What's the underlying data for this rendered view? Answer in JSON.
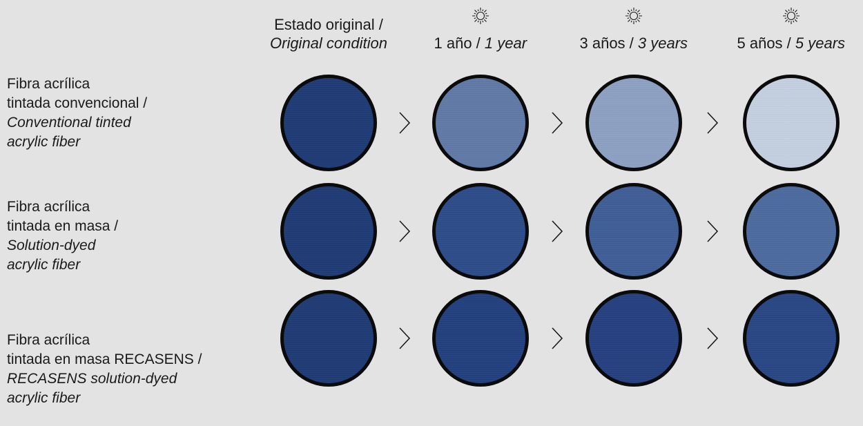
{
  "columns": [
    {
      "label_es": "Estado original /",
      "label_en": "Original condition",
      "sun": false
    },
    {
      "label_es": "1 año / ",
      "label_en": "1 year",
      "sun": true
    },
    {
      "label_es": "3 años / ",
      "label_en": "3 years",
      "sun": true
    },
    {
      "label_es": "5 años / ",
      "label_en": "5 years",
      "sun": true
    }
  ],
  "rows": [
    {
      "label_lines": [
        "Fibra acrílica",
        "tintada convencional /"
      ],
      "label_en_lines": [
        "Conventional tinted",
        "acrylic fiber"
      ],
      "colors": [
        "#1e3a74",
        "#5f79a6",
        "#8ca0c2",
        "#c4cfe0"
      ]
    },
    {
      "label_lines": [
        "Fibra acrílica",
        "tintada en masa /"
      ],
      "label_en_lines": [
        "Solution-dyed",
        "acrylic fiber"
      ],
      "colors": [
        "#1e3a74",
        "#2c4b88",
        "#3e5d96",
        "#4c6a9f"
      ]
    },
    {
      "label_lines": [
        "Fibra acrílica",
        "tintada en masa RECASENS /"
      ],
      "label_en_lines": [
        "RECASENS solution-dyed",
        "acrylic fiber"
      ],
      "colors": [
        "#1e3a74",
        "#213f7d",
        "#243f80",
        "#284584"
      ]
    }
  ],
  "icons": {
    "sun": "sun-icon",
    "arrow": "chevron-right-icon"
  },
  "colors": {
    "background": "#e3e3e3",
    "swatch_border": "#0b0b0b"
  }
}
